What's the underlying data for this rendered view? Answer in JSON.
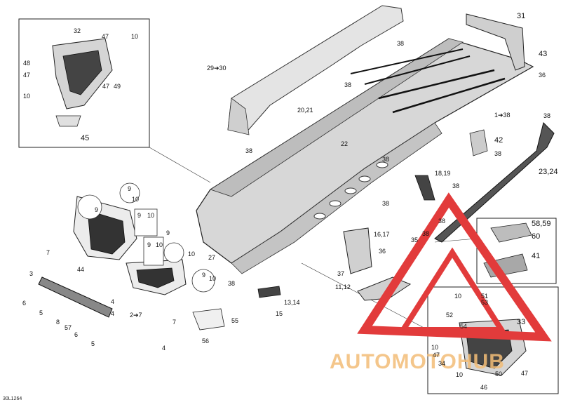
{
  "diagram_code": "30L1264",
  "watermark": {
    "text": "AUTOMOTOHUB",
    "color": "#e23b3b",
    "text_color": "#f2b35e"
  },
  "callouts": [
    "32",
    "47",
    "10",
    "48",
    "47",
    "10",
    "47",
    "49",
    "45",
    "29➔30",
    "38",
    "31",
    "43",
    "36",
    "38",
    "20,21",
    "22",
    "1➔38",
    "42",
    "38",
    "38",
    "23,24",
    "38",
    "38",
    "18,19",
    "38",
    "38",
    "38",
    "9",
    "10",
    "9",
    "9",
    "10",
    "9",
    "10",
    "7",
    "9",
    "10",
    "27",
    "38",
    "3",
    "44",
    "6",
    "5",
    "8",
    "57",
    "6",
    "5",
    "4",
    "4",
    "2➔7",
    "9",
    "10",
    "13,14",
    "15",
    "7",
    "55",
    "56",
    "4",
    "16,17",
    "36",
    "37",
    "35",
    "38",
    "11,12",
    "58,59",
    "60",
    "41",
    "10",
    "51",
    "53",
    "52",
    "54",
    "33",
    "10",
    "47",
    "34",
    "50",
    "47",
    "10",
    "46"
  ]
}
